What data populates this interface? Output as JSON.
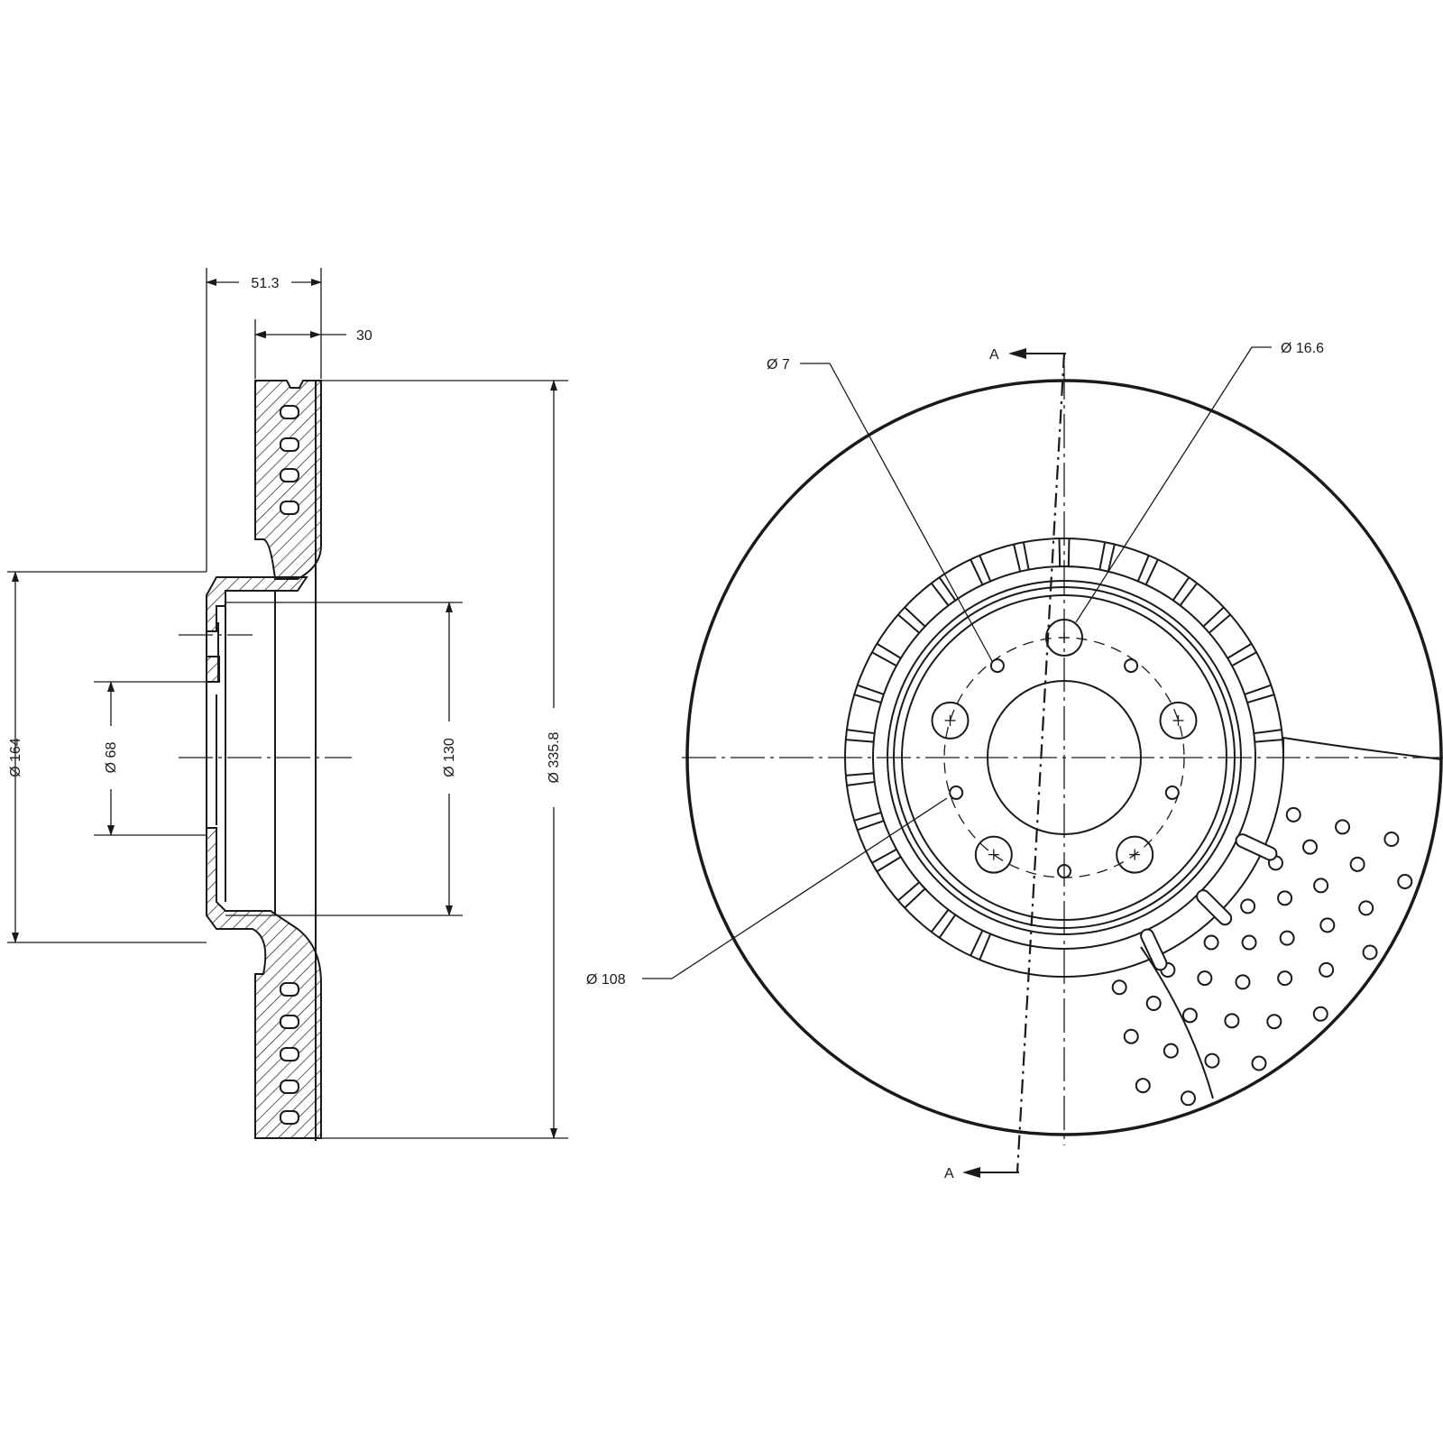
{
  "dimensions": {
    "overall_width": "51.3",
    "disc_thickness": "30",
    "outer_diameter": "Ø 335.8",
    "hat_diameter": "Ø 164",
    "center_bore": "Ø 68",
    "bolt_circle": "Ø 130",
    "small_hole": "Ø 7",
    "bolt_hole": "Ø 16.6",
    "small_hole_circle": "Ø 108"
  },
  "section_marks": {
    "top": "A",
    "bottom": "A"
  },
  "colors": {
    "line": "#1a1a1a",
    "background": "#ffffff"
  }
}
